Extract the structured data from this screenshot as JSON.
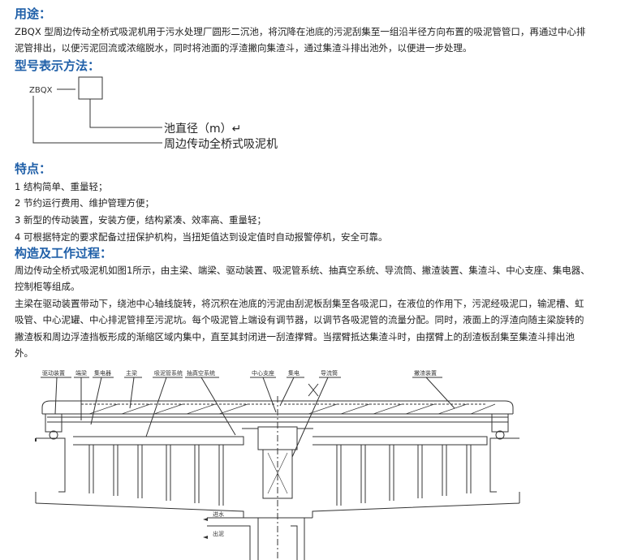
{
  "usage": {
    "heading": "用途：",
    "line1": "ZBQX 型周边传动全桥式吸泥机用于污水处理厂圆形二沉池，将沉降在池底的污泥刮集至一组沿半径方向布置的吸泥管管口，再通过中心排",
    "line2": "泥管排出，以便污泥回流或浓缩脱水，同时将池面的浮渣撇向集渣斗，通过集渣斗排出池外，以便进一步处理。"
  },
  "model": {
    "heading": "型号表示方法：",
    "code": "ZBQX",
    "label_diameter": "池直径（m）↵",
    "label_name": "周边传动全桥式吸泥机"
  },
  "features": {
    "heading": "特点：",
    "items": [
      "1  结构简单、重量轻；",
      "2  节约运行费用、维护管理方便；",
      "3  新型的传动装置，安装方便，结构紧凑、效率高、重量轻；",
      "4  可根据特定的要求配备过扭保护机构，当扭矩值达到设定值时自动报警停机，安全可靠。"
    ]
  },
  "structure": {
    "heading": "构造及工作过程：",
    "para1_line1": "周边传动全桥式吸泥机如图1所示，由主梁、端梁、驱动装置、吸泥管系统、抽真空系统、导流筒、撇渣装置、集渣斗、中心支座、集电器、",
    "para1_line2": "控制柜等组成。",
    "para2_line1": "主梁在驱动装置带动下，绕池中心轴线旋转，将沉积在池底的污泥由刮泥板刮集至各吸泥口，在液位的作用下，污泥经吸泥口，输泥槽、虹",
    "para2_line2": "吸管、中心泥罐、中心排泥管排至污泥坑。每个吸泥管上端设有调节器，以调节各吸泥管的流量分配。同时，液面上的浮渣向随主梁旋转的",
    "para2_line3": "撇渣板和周边浮渣挡板形成的渐缩区域内集中，直至其封闭进一刮渣撑臂。当摆臂抵达集渣斗时，由摆臂上的刮渣板刮集至集渣斗排出池",
    "para2_line4": "外。"
  },
  "diagram": {
    "callouts": [
      "驱动装置",
      "端梁",
      "集电器",
      "主梁",
      "吸泥管系统",
      "抽真空系统",
      "中心支座",
      "集电",
      "导流筒",
      "撇渣装置"
    ],
    "inlet_label": "进水",
    "outlet_label": "出泥"
  }
}
